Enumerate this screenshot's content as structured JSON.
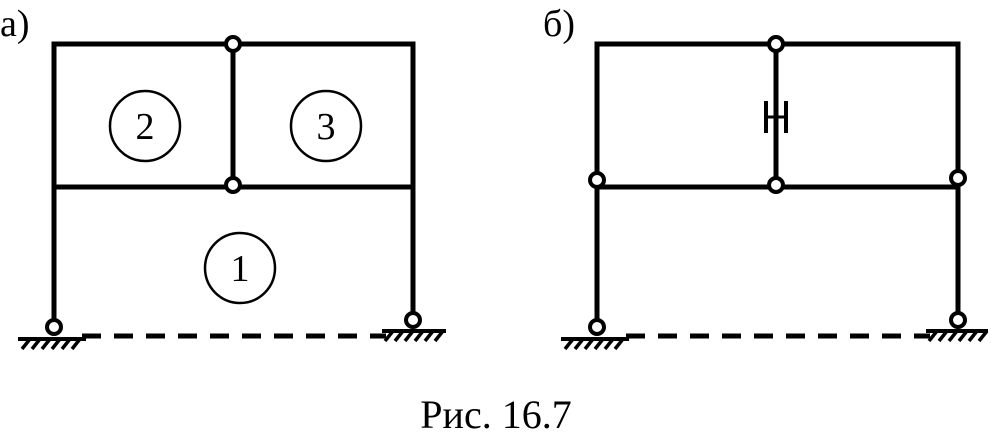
{
  "figure": {
    "caption": "Рис. 16.7",
    "panel_a": {
      "label": "а)",
      "disk_numbers": [
        "1",
        "2",
        "3"
      ]
    },
    "panel_b": {
      "label": "б)"
    }
  }
}
